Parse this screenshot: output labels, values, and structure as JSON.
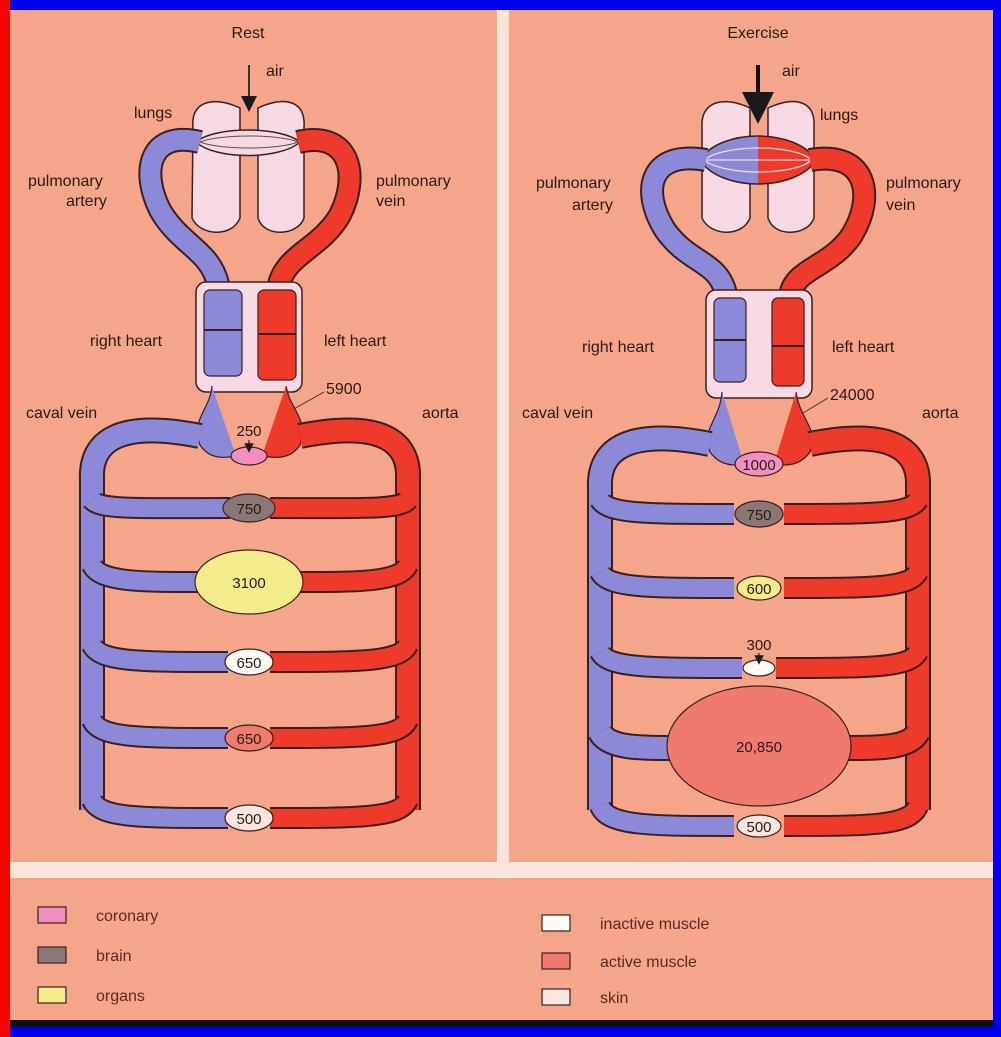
{
  "panels": [
    {
      "title": "Rest",
      "labels": {
        "air": "air",
        "lungs": "lungs",
        "pulmonary_artery": [
          "pulmonary",
          "artery"
        ],
        "pulmonary_vein": [
          "pulmonary",
          "vein"
        ],
        "right_heart": "right heart",
        "left_heart": "left heart",
        "caval_vein": "caval vein",
        "aorta": "aorta",
        "cardiac_output": "5900"
      },
      "flows": {
        "coronary": "250",
        "brain": "750",
        "organs": "3100",
        "inactive_muscle": "650",
        "active_muscle": "650",
        "skin": "500"
      }
    },
    {
      "title": "Exercise",
      "labels": {
        "air": "air",
        "lungs": "lungs",
        "pulmonary_artery": [
          "pulmonary",
          "artery"
        ],
        "pulmonary_vein": [
          "pulmonary",
          "vein"
        ],
        "right_heart": "right heart",
        "left_heart": "left heart",
        "caval_vein": "caval vein",
        "aorta": "aorta",
        "cardiac_output": "24000"
      },
      "flows": {
        "coronary": "1000",
        "brain": "750",
        "organs": "600",
        "inactive_muscle": "300",
        "active_muscle": "20,850",
        "skin": "500"
      }
    }
  ],
  "legend": [
    {
      "label": "coronary",
      "color": "#f08fc0"
    },
    {
      "label": "brain",
      "color": "#8a7878"
    },
    {
      "label": "organs",
      "color": "#f4ec8a"
    },
    {
      "label": "inactive muscle",
      "color": "#fffaf6"
    },
    {
      "label": "active muscle",
      "color": "#f07a6e"
    },
    {
      "label": "skin",
      "color": "#f9e6e0"
    }
  ],
  "colors": {
    "background": "#f5a58a",
    "frame": "#0000ee",
    "frame_left": "#ff0000",
    "artery": "#ee3a2a",
    "vein": "#8c8ad8",
    "lung": "#f6d9e2",
    "heart": "#f6d9e2"
  }
}
